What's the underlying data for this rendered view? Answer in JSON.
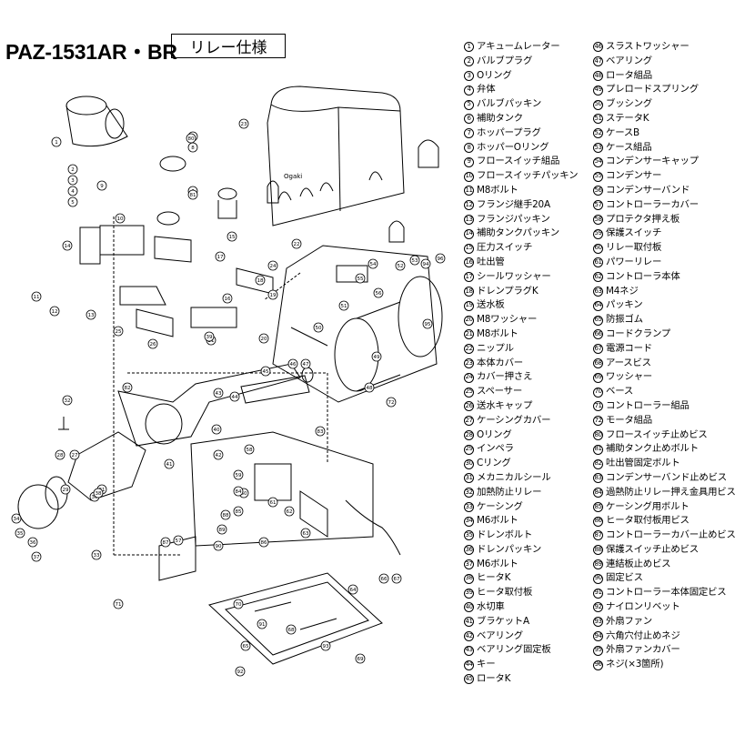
{
  "header": {
    "model": "PAZ-1531AR・BR",
    "spec": "リレー仕様"
  },
  "diagram": {
    "brand_mark": "Ogaki"
  },
  "parts": [
    {
      "no": "1",
      "name": "アキュームレーター"
    },
    {
      "no": "2",
      "name": "バルブプラグ"
    },
    {
      "no": "3",
      "name": "Oリング"
    },
    {
      "no": "4",
      "name": "弁体"
    },
    {
      "no": "5",
      "name": "バルブパッキン"
    },
    {
      "no": "6",
      "name": "補助タンク"
    },
    {
      "no": "7",
      "name": "ホッパープラグ"
    },
    {
      "no": "8",
      "name": "ホッパーOリング"
    },
    {
      "no": "9",
      "name": "フロースイッチ組品"
    },
    {
      "no": "10",
      "name": "フロースイッチパッキン"
    },
    {
      "no": "11",
      "name": "M8ボルト"
    },
    {
      "no": "12",
      "name": "フランジ継手20A"
    },
    {
      "no": "13",
      "name": "フランジパッキン"
    },
    {
      "no": "14",
      "name": "補助タンクパッキン"
    },
    {
      "no": "15",
      "name": "圧力スイッチ"
    },
    {
      "no": "16",
      "name": "吐出管"
    },
    {
      "no": "17",
      "name": "シールワッシャー"
    },
    {
      "no": "18",
      "name": "ドレンプラグK"
    },
    {
      "no": "19",
      "name": "送水板"
    },
    {
      "no": "20",
      "name": "M8ワッシャー"
    },
    {
      "no": "21",
      "name": "M8ボルト"
    },
    {
      "no": "22",
      "name": "ニップル"
    },
    {
      "no": "23",
      "name": "本体カバー"
    },
    {
      "no": "24",
      "name": "カバー押さえ"
    },
    {
      "no": "25",
      "name": "スペーサー"
    },
    {
      "no": "26",
      "name": "送水キャップ"
    },
    {
      "no": "27",
      "name": "ケーシングカバー"
    },
    {
      "no": "28",
      "name": "Oリング"
    },
    {
      "no": "29",
      "name": "インペラ"
    },
    {
      "no": "30",
      "name": "Cリング"
    },
    {
      "no": "31",
      "name": "メカニカルシール"
    },
    {
      "no": "32",
      "name": "加熱防止リレー"
    },
    {
      "no": "33",
      "name": "ケーシング"
    },
    {
      "no": "34",
      "name": "M6ボルト"
    },
    {
      "no": "35",
      "name": "ドレンボルト"
    },
    {
      "no": "36",
      "name": "ドレンパッキン"
    },
    {
      "no": "37",
      "name": "M6ボルト"
    },
    {
      "no": "38",
      "name": "ヒータK"
    },
    {
      "no": "39",
      "name": "ヒータ取付板"
    },
    {
      "no": "40",
      "name": "水切車"
    },
    {
      "no": "41",
      "name": "ブラケットA"
    },
    {
      "no": "42",
      "name": "ベアリング"
    },
    {
      "no": "43",
      "name": "ベアリング固定板"
    },
    {
      "no": "44",
      "name": "キー"
    },
    {
      "no": "45",
      "name": "ロータK"
    },
    {
      "no": "46",
      "name": "スラストワッシャー"
    },
    {
      "no": "47",
      "name": "ベアリング"
    },
    {
      "no": "48",
      "name": "ロータ組品"
    },
    {
      "no": "49",
      "name": "プレロードスプリング"
    },
    {
      "no": "50",
      "name": "ブッシング"
    },
    {
      "no": "51",
      "name": "ステータK"
    },
    {
      "no": "52",
      "name": "ケースB"
    },
    {
      "no": "53",
      "name": "ケース組品"
    },
    {
      "no": "54",
      "name": "コンデンサーキャップ"
    },
    {
      "no": "55",
      "name": "コンデンサー"
    },
    {
      "no": "56",
      "name": "コンデンサーバンド"
    },
    {
      "no": "57",
      "name": "コントローラーカバー"
    },
    {
      "no": "58",
      "name": "プロテクタ押え板"
    },
    {
      "no": "59",
      "name": "保護スイッチ"
    },
    {
      "no": "60",
      "name": "リレー取付板"
    },
    {
      "no": "61",
      "name": "パワーリレー"
    },
    {
      "no": "62",
      "name": "コントローラ本体"
    },
    {
      "no": "63",
      "name": "M4ネジ"
    },
    {
      "no": "64",
      "name": "パッキン"
    },
    {
      "no": "65",
      "name": "防振ゴム"
    },
    {
      "no": "66",
      "name": "コードクランプ"
    },
    {
      "no": "67",
      "name": "電源コード"
    },
    {
      "no": "68",
      "name": "アースビス"
    },
    {
      "no": "69",
      "name": "ワッシャー"
    },
    {
      "no": "70",
      "name": "ベース"
    },
    {
      "no": "71",
      "name": "コントローラー組品"
    },
    {
      "no": "72",
      "name": "モータ組品"
    },
    {
      "no": "80",
      "name": "フロースイッチ止めビス"
    },
    {
      "no": "81",
      "name": "補助タンク止めボルト"
    },
    {
      "no": "82",
      "name": "吐出管固定ボルト"
    },
    {
      "no": "83",
      "name": "コンデンサーバンド止めビス"
    },
    {
      "no": "84",
      "name": "過熱防止リレー押え金具用ビス"
    },
    {
      "no": "85",
      "name": "ケーシング用ボルト"
    },
    {
      "no": "86",
      "name": "ヒータ取付板用ビス"
    },
    {
      "no": "87",
      "name": "コントローラーカバー止めビス"
    },
    {
      "no": "88",
      "name": "保護スイッチ止めビス"
    },
    {
      "no": "89",
      "name": "連結板止めビス"
    },
    {
      "no": "90",
      "name": "固定ビス"
    },
    {
      "no": "91",
      "name": "コントローラー本体固定ビス"
    },
    {
      "no": "92",
      "name": "ナイロンリベット"
    },
    {
      "no": "93",
      "name": "外扇ファン"
    },
    {
      "no": "94",
      "name": "六角穴付止めネジ"
    },
    {
      "no": "95",
      "name": "外扇ファンカバー"
    },
    {
      "no": "96",
      "name": "ネジ(×3箇所)"
    }
  ],
  "callouts": [
    {
      "no": "1"
    },
    {
      "no": "2"
    },
    {
      "no": "3"
    },
    {
      "no": "4"
    },
    {
      "no": "5"
    },
    {
      "no": "6"
    },
    {
      "no": "7"
    },
    {
      "no": "8"
    },
    {
      "no": "9"
    },
    {
      "no": "10"
    },
    {
      "no": "11"
    },
    {
      "no": "12"
    },
    {
      "no": "13"
    },
    {
      "no": "14"
    },
    {
      "no": "15"
    },
    {
      "no": "16"
    },
    {
      "no": "17"
    },
    {
      "no": "18"
    },
    {
      "no": "19"
    },
    {
      "no": "20"
    },
    {
      "no": "21"
    },
    {
      "no": "22"
    },
    {
      "no": "23"
    },
    {
      "no": "24"
    },
    {
      "no": "25"
    },
    {
      "no": "26"
    },
    {
      "no": "27"
    },
    {
      "no": "28"
    },
    {
      "no": "29"
    },
    {
      "no": "30"
    },
    {
      "no": "31"
    },
    {
      "no": "32"
    },
    {
      "no": "33"
    },
    {
      "no": "34"
    },
    {
      "no": "35"
    },
    {
      "no": "36"
    },
    {
      "no": "37"
    },
    {
      "no": "38"
    },
    {
      "no": "39"
    },
    {
      "no": "40"
    },
    {
      "no": "41"
    },
    {
      "no": "42"
    },
    {
      "no": "43"
    },
    {
      "no": "44"
    },
    {
      "no": "45"
    },
    {
      "no": "46"
    },
    {
      "no": "47"
    },
    {
      "no": "48"
    },
    {
      "no": "49"
    },
    {
      "no": "50"
    },
    {
      "no": "51"
    },
    {
      "no": "52"
    },
    {
      "no": "53"
    },
    {
      "no": "54"
    },
    {
      "no": "55"
    },
    {
      "no": "56"
    },
    {
      "no": "57"
    },
    {
      "no": "58"
    },
    {
      "no": "59"
    },
    {
      "no": "60"
    },
    {
      "no": "61"
    },
    {
      "no": "62"
    },
    {
      "no": "63"
    },
    {
      "no": "64"
    },
    {
      "no": "65"
    },
    {
      "no": "66"
    },
    {
      "no": "67"
    },
    {
      "no": "68"
    },
    {
      "no": "69"
    },
    {
      "no": "70"
    },
    {
      "no": "71"
    },
    {
      "no": "72"
    },
    {
      "no": "80"
    },
    {
      "no": "81"
    },
    {
      "no": "82"
    },
    {
      "no": "83"
    },
    {
      "no": "84"
    },
    {
      "no": "85"
    },
    {
      "no": "86"
    },
    {
      "no": "87"
    },
    {
      "no": "88"
    },
    {
      "no": "89"
    },
    {
      "no": "90"
    },
    {
      "no": "91"
    },
    {
      "no": "92"
    },
    {
      "no": "93"
    },
    {
      "no": "94"
    },
    {
      "no": "95"
    },
    {
      "no": "96"
    }
  ]
}
